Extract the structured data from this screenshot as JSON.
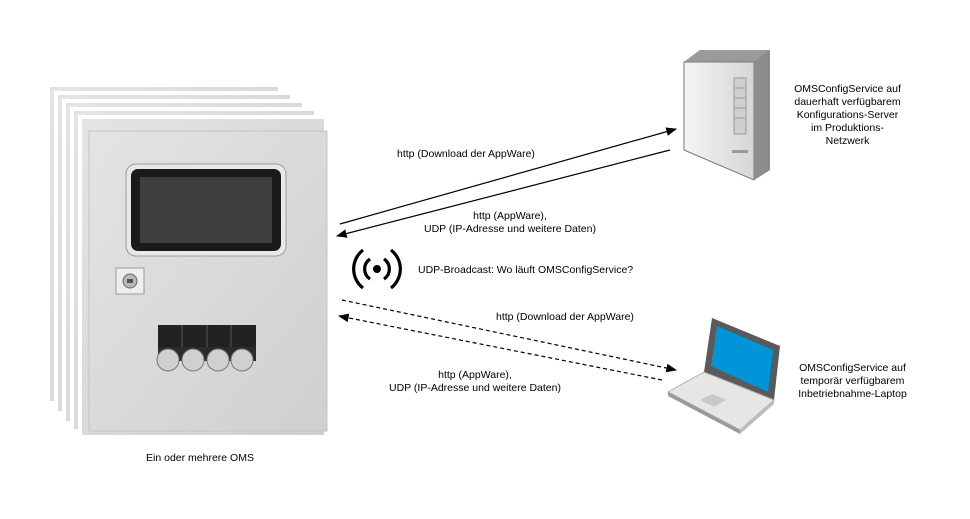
{
  "oms": {
    "caption": "Ein oder mehrere OMS"
  },
  "server": {
    "caption_lines": [
      "OMSConfigService auf",
      "dauerhaft verfügbarem",
      "Konfigurations-Server",
      "im Produktions-",
      "Netzwerk"
    ]
  },
  "laptop": {
    "caption_lines": [
      "OMSConfigService auf",
      "temporär verfügbarem",
      "Inbetriebnahme-Laptop"
    ]
  },
  "arrows": {
    "server_download": "http (Download der AppWare)",
    "server_reply_line1": "http (AppWare),",
    "server_reply_line2": "UDP (IP-Adresse und weitere Daten)",
    "broadcast": "UDP-Broadcast: Wo läuft OMSConfigService?",
    "laptop_download": "http (Download der AppWare)",
    "laptop_reply_line1": "http (AppWare),",
    "laptop_reply_line2": "UDP (IP-Adresse und weitere Daten)"
  },
  "colors": {
    "screen_blue": "#0095d9",
    "panel_grey": "#d9dad8",
    "arrow": "#000000"
  }
}
